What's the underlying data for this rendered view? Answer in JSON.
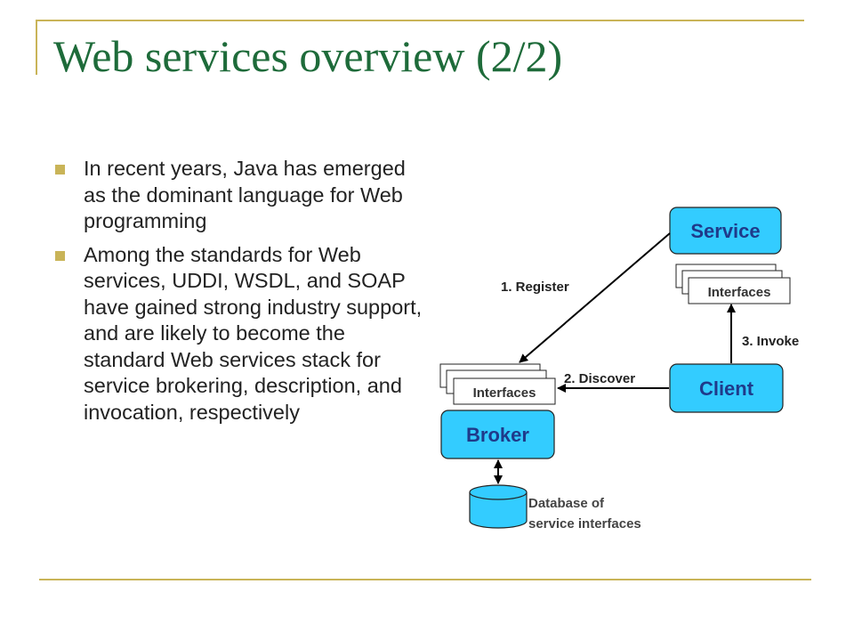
{
  "slide": {
    "title": "Web services overview (2/2)",
    "accent_color": "#c9b458",
    "title_color": "#1e6b3a",
    "bullets": [
      "In recent years, Java has emerged as the dominant language for Web programming",
      "Among the standards for Web services, UDDI, WSDL, and SOAP have gained strong industry support, and are likely to become the standard Web services stack for service brokering, description, and invocation, respectively"
    ]
  },
  "diagram": {
    "box_color": "#33ccff",
    "nodes": {
      "service": "Service",
      "client": "Client",
      "broker": "Broker"
    },
    "interfaces_label": "Interfaces",
    "steps": {
      "register": "1. Register",
      "discover": "2. Discover",
      "invoke": "3. Invoke"
    },
    "database_label": [
      "Database of",
      "service interfaces"
    ]
  }
}
